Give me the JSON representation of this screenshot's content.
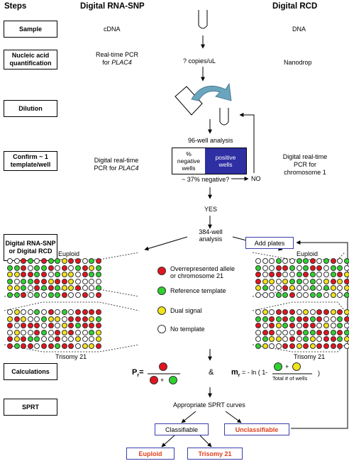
{
  "headers": {
    "steps": "Steps",
    "rna_snp": "Digital RNA-SNP",
    "rcd": "Digital RCD"
  },
  "steps": [
    {
      "label": "Sample"
    },
    {
      "label": "Nucleic acid quantification"
    },
    {
      "label": "Dilution"
    },
    {
      "label": "Confirm ~ 1 template/well"
    },
    {
      "label": "Digital RNA-SNP or Digital RCD"
    },
    {
      "label": "Calculations"
    },
    {
      "label": "SPRT"
    }
  ],
  "left": {
    "sample": "cDNA",
    "quant_l1": "Real-time PCR",
    "quant_l2": "for",
    "quant_l2_italic": "PLAC4",
    "confirm_l1": "Digital real-time",
    "confirm_l2": "PCR for",
    "confirm_l2_italic": "PLAC4"
  },
  "right": {
    "sample": "DNA",
    "quant": "Nanodrop",
    "confirm_l1": "Digital real-time",
    "confirm_l2": "PCR for",
    "confirm_l3": "chromosome 1"
  },
  "center": {
    "copies": "? copies/uL",
    "analysis96": "96-well analysis",
    "neg_l1": "%",
    "neg_l2": "negative",
    "neg_l3": "wells",
    "pos_l1": "positive",
    "pos_l2": "wells",
    "question": "~ 37% negative?",
    "no": "NO",
    "yes": "YES",
    "analysis384_l1": "384-well",
    "analysis384_l2": "analysis",
    "add_plates": "Add plates",
    "euploid_left": "Euploid",
    "euploid_right": "Euploid",
    "trisomy_left": "Trisomy 21",
    "trisomy_right": "Trisomy 21",
    "sprt_curves": "Appropriate SPRT curves",
    "classifiable": "Classifiable",
    "unclassifiable": "Unclassifiable",
    "euploid_result": "Euploid",
    "trisomy_result": "Trisomy 21"
  },
  "legend": [
    {
      "color": "#e3141e",
      "l1": "Overrepresented allele",
      "l2": "or chromosome 21"
    },
    {
      "color": "#2fd12f",
      "l1": "Reference template",
      "l2": ""
    },
    {
      "color": "#f2e21a",
      "l1": "Dual signal",
      "l2": ""
    },
    {
      "color": "#ffffff",
      "l1": "No template",
      "l2": ""
    }
  ],
  "formula": {
    "pr": "P",
    "pr_sub": "r",
    "eq": "=",
    "amp": "&",
    "mr": "m",
    "mr_sub": "r",
    "mr_eq": "= - ln ( 1-",
    "close": ")",
    "plus": "+",
    "total": "Total # of wells"
  },
  "colors": {
    "accent": "#3b3fa8",
    "positive": "#2e2fa3",
    "orange": "#e0401c",
    "red": "#e3141e",
    "green": "#2fd12f",
    "yellow": "#f2e21a",
    "arrow": "#6aa5bd"
  }
}
